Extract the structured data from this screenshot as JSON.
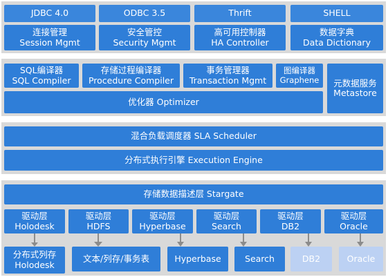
{
  "colors": {
    "primary": "#2f7ed8",
    "light": "#bcd1f3",
    "band": "#d9d9d9",
    "arrow": "#8c8c8c"
  },
  "interfaces": [
    {
      "name": "JDBC 4.0",
      "cn": "连接管理",
      "en": "Session Mgmt"
    },
    {
      "name": "ODBC 3.5",
      "cn": "安全管控",
      "en": "Security Mgmt"
    },
    {
      "name": "Thrift",
      "cn": "高可用控制器",
      "en": "HA Controller"
    },
    {
      "name": "SHELL",
      "cn": "数据字典",
      "en": "Data Dictionary"
    }
  ],
  "compilers": [
    {
      "cn": "SQL编译器",
      "en": "SQL Compiler"
    },
    {
      "cn": "存储过程编译器",
      "en": "Procedure Compiler"
    },
    {
      "cn": "事务管理器",
      "en": "Transaction Mgmt"
    },
    {
      "cn": "图编译器",
      "en": "Graphene"
    }
  ],
  "metastore": {
    "cn": "元数据服务",
    "en": "Metastore"
  },
  "optimizer": "优化器 Optimizer",
  "scheduler": "混合负载调度器 SLA Scheduler",
  "engine": "分布式执行引擎 Execution Engine",
  "stargate": "存储数据描述层 Stargate",
  "drivers": [
    {
      "cn": "驱动层",
      "en": "Holodesk"
    },
    {
      "cn": "驱动层",
      "en": "HDFS"
    },
    {
      "cn": "驱动层",
      "en": "Hyperbase"
    },
    {
      "cn": "驱动层",
      "en": "Search"
    },
    {
      "cn": "驱动层",
      "en": "DB2"
    },
    {
      "cn": "驱动层",
      "en": "Oracle"
    }
  ],
  "storage": [
    {
      "label": "分布式列存",
      "label2": "Holodesk"
    },
    {
      "label": "文本/列存/事务表"
    },
    {
      "label": "Hyperbase"
    },
    {
      "label": "Search"
    },
    {
      "label": "DB2"
    },
    {
      "label": "Oracle"
    }
  ]
}
